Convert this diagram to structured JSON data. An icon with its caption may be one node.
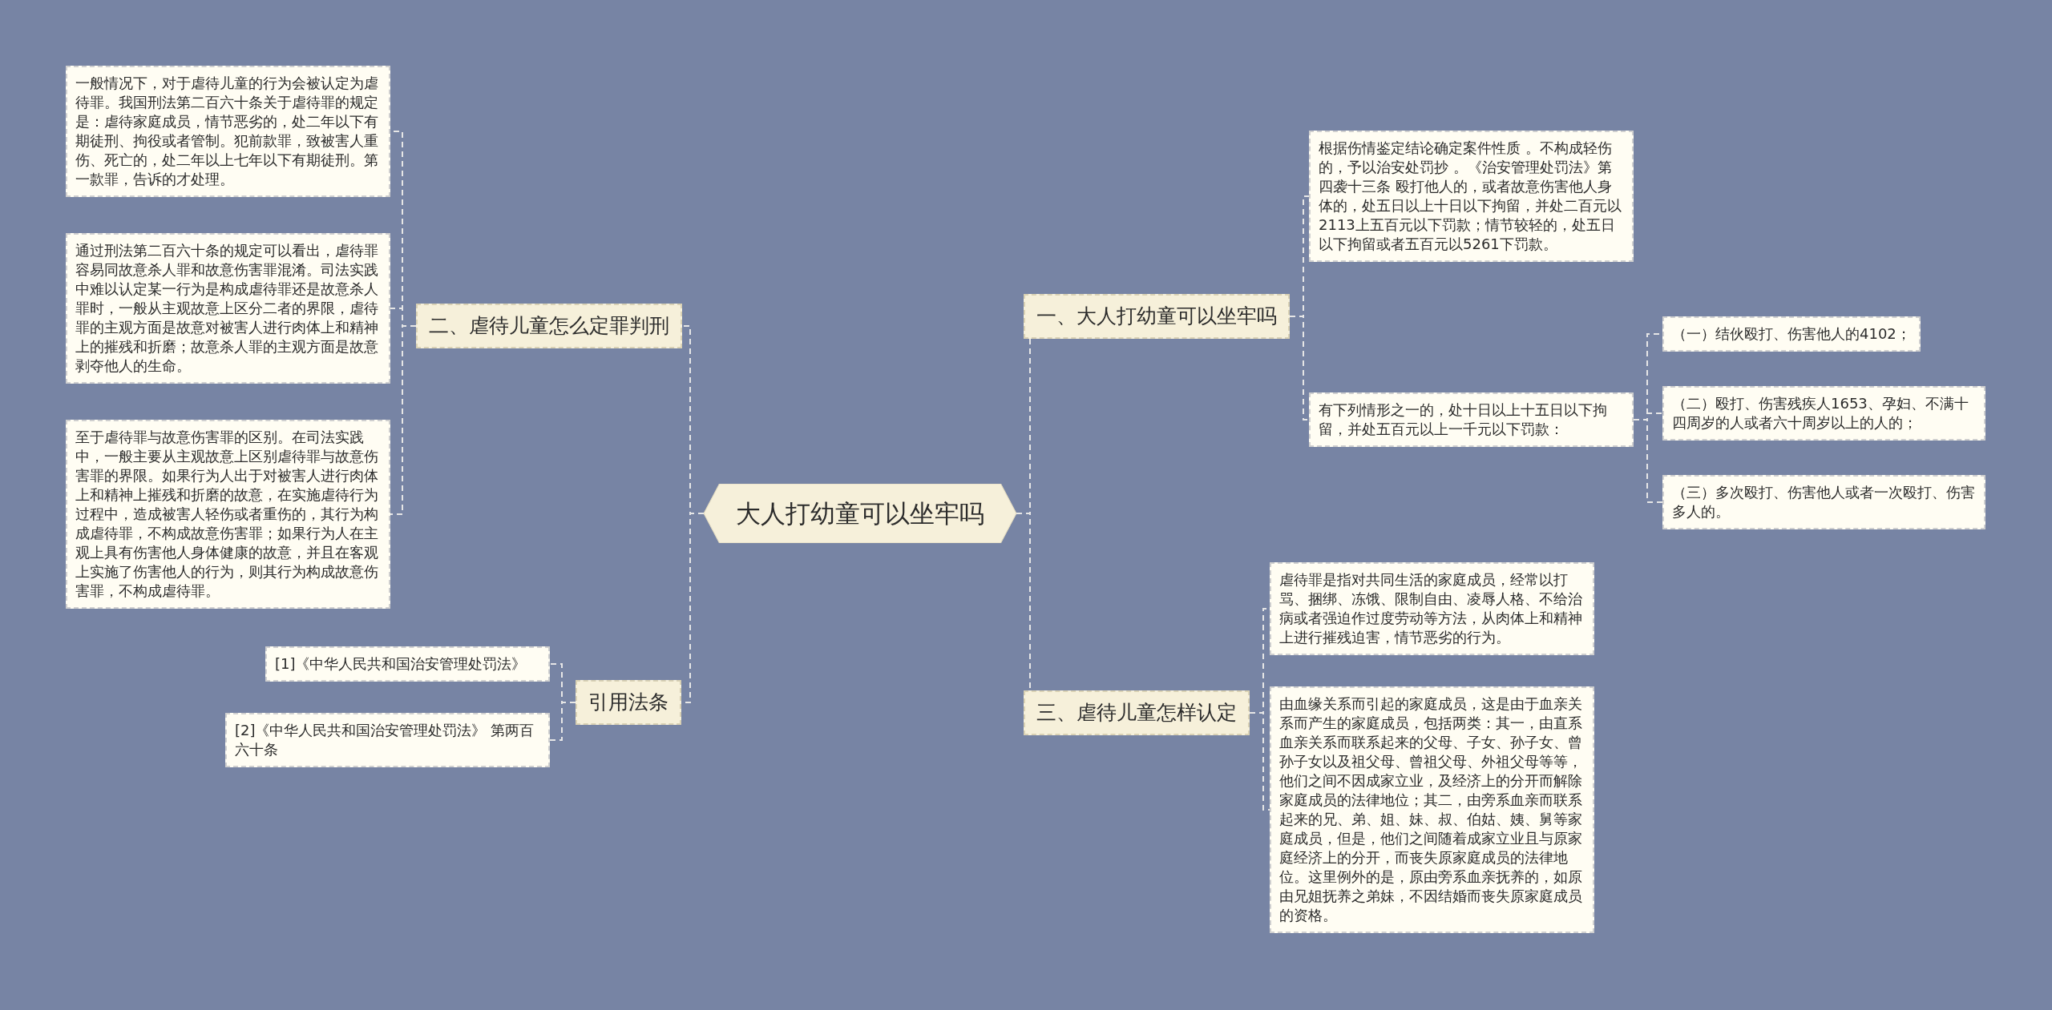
{
  "diagram": {
    "nodes": [
      {
        "text": [
          "大人打幼童可以坐牢吗"
        ]
      },
      {
        "text": [
          "一、大人打幼童可以坐牢吗"
        ]
      },
      {
        "text": [
          "根据伤情鉴定结论确定案件性质 。不构成轻伤的，予以治安处罚抄 。《治安管理处罚法》第四袭十三条 殴打他人的，或者故意伤害他人身体的，处五日以上十日以下拘留，并处二百元以2113上五百元以下罚款；情节较轻的，处五日以下拘留或者五百元以5261下罚款。"
        ]
      },
      {
        "text": [
          "有下列情形之一的，处十日以上十五日以下拘留，并处五百元以上一千元以下罚款："
        ]
      },
      {
        "text": [
          "（一）结伙殴打、伤害他人的4102；"
        ]
      },
      {
        "text": [
          "（二）殴打、伤害残疾人1653、孕妇、不满十四周岁的人或者六十周岁以上的人的；"
        ]
      },
      {
        "text": [
          "（三）多次殴打、伤害他人或者一次殴打、伤害多人的。"
        ]
      },
      {
        "text": [
          "三、虐待儿童怎样认定"
        ]
      },
      {
        "text": [
          "虐待罪是指对共同生活的家庭成员，经常以打骂、捆绑、冻饿、限制自由、凌辱人格、不给治病或者强迫作过度劳动等方法，从肉体上和精神上进行摧残迫害，情节恶劣的行为。"
        ]
      },
      {
        "text": [
          "由血缘关系而引起的家庭成员，这是由于血亲关系而产生的家庭成员，包括两类：其一，由直系血亲关系而联系起来的父母、子女、孙子女、曾孙子女以及祖父母、曾祖父母、外祖父母等等，他们之间不因成家立业，及经济上的分开而解除家庭成员的法律地位；其二，由旁系血亲而联系起来的兄、弟、姐、妹、叔、伯姑、姨、舅等家庭成员，但是，他们之间随着成家立业且与原家庭经济上的分开，而丧失原家庭成员的法律地位。这里例外的是，原由旁系血亲抚养的，如原由兄姐抚养之弟妹，不因结婚而丧失原家庭成员的资格。"
        ]
      },
      {
        "text": [
          "二、虐待儿童怎么定罪判刑"
        ]
      },
      {
        "text": [
          "一般情况下，对于虐待儿童的行为会被认定为虐待罪。我国刑法第二百六十条关于虐待罪的规定是：虐待家庭成员，情节恶劣的，处二年以下有期徒刑、拘役或者管制。犯前款罪，致被害人重伤、死亡的，处二年以上七年以下有期徒刑。第一款罪，告诉的才处理。"
        ]
      },
      {
        "text": [
          "通过刑法第二百六十条的规定可以看出，虐待罪容易同故意杀人罪和故意伤害罪混淆。司法实践中难以认定某一行为是构成虐待罪还是故意杀人罪时，一般从主观故意上区分二者的界限，虐待罪的主观方面是故意对被害人进行肉体上和精神上的摧残和折磨；故意杀人罪的主观方面是故意剥夺他人的生命。"
        ]
      },
      {
        "text": [
          "至于虐待罪与故意伤害罪的区别。在司法实践中，一般主要从主观故意上区别虐待罪与故意伤害罪的界限。如果行为人出于对被害人进行肉体上和精神上摧残和折磨的故意，在实施虐待行为过程中，造成被害人轻伤或者重伤的，其行为构成虐待罪，不构成故意伤害罪；如果行为人在主观上具有伤害他人身体健康的故意，并且在客观上实施了伤害他人的行为，则其行为构成故意伤害罪，不构成虐待罪。"
        ]
      },
      {
        "text": [
          "引用法条"
        ]
      },
      {
        "text": [
          "[1]《中华人民共和国治安管理处罚法》"
        ]
      },
      {
        "text": [
          "[2]《中华人民共和国治安管理处罚法》 第两百六十条"
        ]
      }
    ],
    "edges": [
      {
        "from": 0,
        "to": 1,
        "arrow": "none"
      },
      {
        "from": 1,
        "to": 2,
        "arrow": "none"
      },
      {
        "from": 1,
        "to": 3,
        "arrow": "none"
      },
      {
        "from": 3,
        "to": 4,
        "arrow": "none"
      },
      {
        "from": 3,
        "to": 5,
        "arrow": "none"
      },
      {
        "from": 3,
        "to": 6,
        "arrow": "none"
      },
      {
        "from": 0,
        "to": 7,
        "arrow": "none"
      },
      {
        "from": 7,
        "to": 8,
        "arrow": "none"
      },
      {
        "from": 7,
        "to": 9,
        "arrow": "none"
      },
      {
        "from": 0,
        "to": 10,
        "arrow": "none"
      },
      {
        "from": 10,
        "to": 11,
        "arrow": "none"
      },
      {
        "from": 10,
        "to": 12,
        "arrow": "none"
      },
      {
        "from": 10,
        "to": 13,
        "arrow": "none"
      },
      {
        "from": 0,
        "to": 14,
        "arrow": "none"
      },
      {
        "from": 14,
        "to": 15,
        "arrow": "none"
      },
      {
        "from": 14,
        "to": 16,
        "arrow": "none"
      }
    ]
  }
}
